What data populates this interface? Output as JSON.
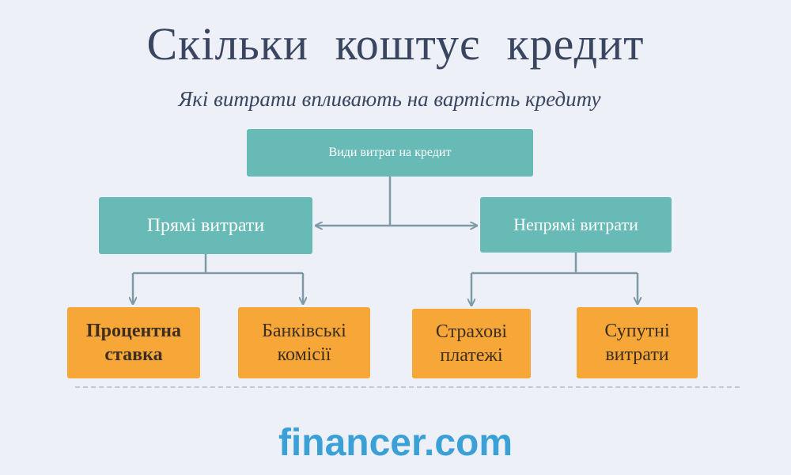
{
  "header": {
    "title": "Скільки коштує кредит",
    "subtitle": "Які витрати впливають на вартість кредиту"
  },
  "diagram": {
    "root": "Види витрат на кредит",
    "direct": "Прямі витрати",
    "indirect": "Непрямі витрати",
    "direct_children": [
      "Процентна ставка",
      "Банківські комісії"
    ],
    "indirect_children": [
      "Страхові платежі",
      "Супутні витрати"
    ]
  },
  "footer": {
    "logo_text": "financer.com"
  },
  "colors": {
    "teal": "#68bab7",
    "orange": "#f7a737",
    "text_dark": "#3a4560",
    "logo_blue": "#3aa0d6",
    "connector": "#7e9aa7"
  }
}
